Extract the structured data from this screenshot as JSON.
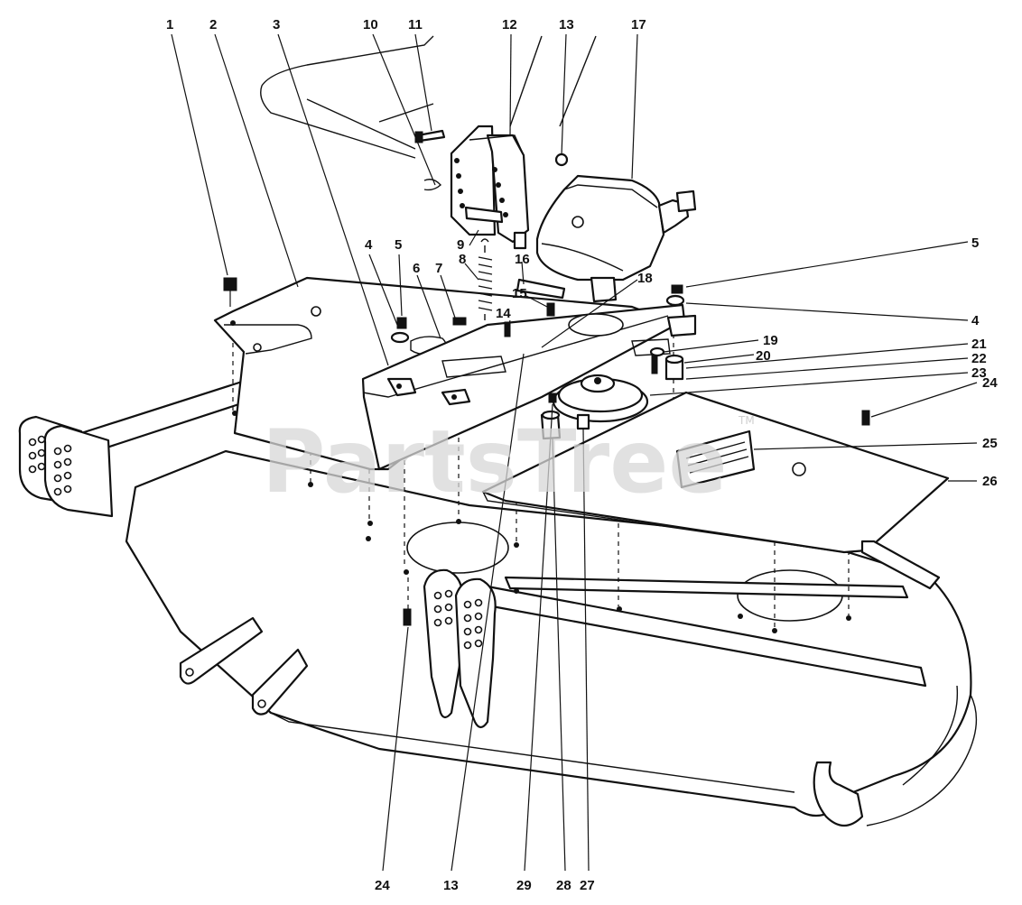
{
  "diagram": {
    "callouts": [
      {
        "id": "c1",
        "label": "1"
      },
      {
        "id": "c2",
        "label": "2"
      },
      {
        "id": "c3",
        "label": "3"
      },
      {
        "id": "c10",
        "label": "10"
      },
      {
        "id": "c11",
        "label": "11"
      },
      {
        "id": "c12",
        "label": "12"
      },
      {
        "id": "c13top",
        "label": "13"
      },
      {
        "id": "c17",
        "label": "17"
      },
      {
        "id": "c4",
        "label": "4"
      },
      {
        "id": "c5",
        "label": "5"
      },
      {
        "id": "c6",
        "label": "6"
      },
      {
        "id": "c7",
        "label": "7"
      },
      {
        "id": "c8",
        "label": "8"
      },
      {
        "id": "c9",
        "label": "9"
      },
      {
        "id": "c16",
        "label": "16"
      },
      {
        "id": "c15",
        "label": "15"
      },
      {
        "id": "c14",
        "label": "14"
      },
      {
        "id": "c18",
        "label": "18"
      },
      {
        "id": "c5r",
        "label": "5"
      },
      {
        "id": "c4r",
        "label": "4"
      },
      {
        "id": "c19",
        "label": "19"
      },
      {
        "id": "c20",
        "label": "20"
      },
      {
        "id": "c21",
        "label": "21"
      },
      {
        "id": "c22",
        "label": "22"
      },
      {
        "id": "c23",
        "label": "23"
      },
      {
        "id": "c24r",
        "label": "24"
      },
      {
        "id": "c25",
        "label": "25"
      },
      {
        "id": "c26",
        "label": "26"
      },
      {
        "id": "c24b",
        "label": "24"
      },
      {
        "id": "c13b",
        "label": "13"
      },
      {
        "id": "c29",
        "label": "29"
      },
      {
        "id": "c28",
        "label": "28"
      },
      {
        "id": "c27",
        "label": "27"
      }
    ]
  },
  "watermark": {
    "text": "PartsTree",
    "trademark": "TM"
  },
  "colors": {
    "ink": "#111111",
    "paper": "#ffffff",
    "watermark": "#d7d7d7"
  }
}
